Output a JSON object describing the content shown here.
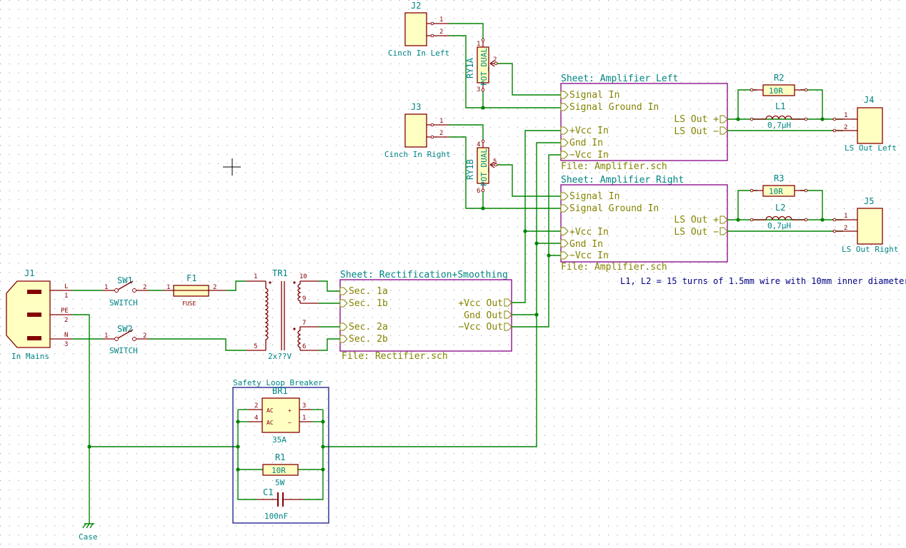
{
  "components": {
    "j1": {
      "ref": "J1",
      "value": "In Mains",
      "pins": [
        "L",
        "1",
        "PE",
        "2",
        "N",
        "3"
      ]
    },
    "sw1": {
      "ref": "SW1",
      "value": "SWITCH",
      "pins": [
        "1",
        "2"
      ]
    },
    "sw2": {
      "ref": "SW2",
      "value": "SWITCH",
      "pins": [
        "1",
        "2"
      ]
    },
    "f1": {
      "ref": "F1",
      "value": "FUSE",
      "pins": [
        "1",
        "2"
      ]
    },
    "tr1": {
      "ref": "TR1",
      "value": "2x??V",
      "pins": [
        "1",
        "5",
        "10",
        "9",
        "7",
        "6"
      ]
    },
    "j2": {
      "ref": "J2",
      "value": "Cinch In Left",
      "pins": [
        "1",
        "2"
      ]
    },
    "j3": {
      "ref": "J3",
      "value": "Cinch In Right",
      "pins": [
        "1",
        "2"
      ]
    },
    "ry1a": {
      "ref": "RY1A",
      "value": "POT_DUAL",
      "pins": [
        "1",
        "2",
        "3"
      ]
    },
    "ry1b": {
      "ref": "RY1B",
      "value": "POT_DUAL",
      "pins": [
        "4",
        "5",
        "6"
      ]
    },
    "r2": {
      "ref": "R2",
      "value": "10R"
    },
    "l1": {
      "ref": "L1",
      "value": "0,7μH"
    },
    "r3": {
      "ref": "R3",
      "value": "10R"
    },
    "l2": {
      "ref": "L2",
      "value": "0,7μH"
    },
    "j4": {
      "ref": "J4",
      "value": "LS Out Left",
      "pins": [
        "1",
        "2"
      ]
    },
    "j5": {
      "ref": "J5",
      "value": "LS Out Right",
      "pins": [
        "1",
        "2"
      ]
    },
    "br1": {
      "ref": "BR1",
      "value": "35A",
      "pins": [
        "2",
        "4",
        "3",
        "1"
      ],
      "pin_names": [
        "AC",
        "AC",
        "+",
        "−"
      ]
    },
    "r1": {
      "ref": "R1",
      "value": "5W",
      "body": "10R"
    },
    "c1": {
      "ref": "C1",
      "value": "100nF"
    },
    "case": {
      "label": "Case"
    }
  },
  "sheets": {
    "amp_left": {
      "title": "Sheet: Amplifier Left",
      "file": "File: Amplifier.sch",
      "inputs": [
        "Signal In",
        "Signal Ground In",
        "+Vcc In",
        "Gnd In",
        "−Vcc In"
      ],
      "outputs": [
        "LS Out +",
        "LS Out −"
      ]
    },
    "amp_right": {
      "title": "Sheet: Amplifier Right",
      "file": "File: Amplifier.sch",
      "inputs": [
        "Signal In",
        "Signal Ground In",
        "+Vcc In",
        "Gnd In",
        "−Vcc In"
      ],
      "outputs": [
        "LS Out +",
        "LS Out −"
      ]
    },
    "rect": {
      "title": "Sheet: Rectification+Smoothing",
      "file": "File: Rectifier.sch",
      "inputs": [
        "Sec. 1a",
        "Sec. 1b",
        "Sec. 2a",
        "Sec. 2b"
      ],
      "outputs": [
        "+Vcc Out",
        "Gnd Out",
        "−Vcc Out"
      ]
    }
  },
  "group": {
    "safety_label": "Safety Loop Breaker"
  },
  "note": "L1, L2 = 15 turns of 1.5mm wire with 10mm inner diameter"
}
